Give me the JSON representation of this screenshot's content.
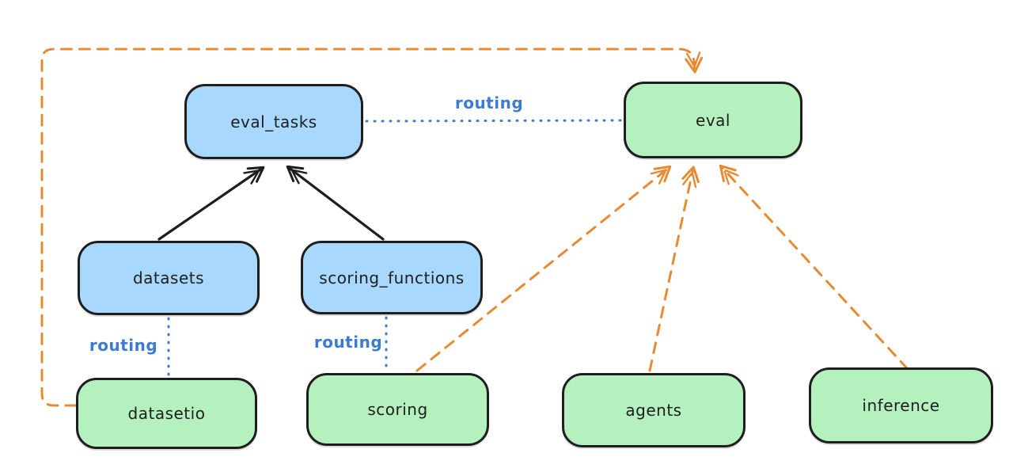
{
  "diagram": {
    "background": "#ffffff",
    "style": "hand-drawn"
  },
  "colors": {
    "blue-fill": "#a8d8fe",
    "green-fill": "#b5f1bf",
    "stroke": "#1e1e1e",
    "orange": "#e78b33",
    "blue-line": "#3b7cd1"
  },
  "nodes": [
    {
      "id": "eval_tasks",
      "label": "eval_tasks",
      "type": "blue"
    },
    {
      "id": "eval",
      "label": "eval",
      "type": "green"
    },
    {
      "id": "datasets",
      "label": "datasets",
      "type": "blue"
    },
    {
      "id": "scoring_functions",
      "label": "scoring_functions",
      "type": "blue"
    },
    {
      "id": "datasetio",
      "label": "datasetio",
      "type": "green"
    },
    {
      "id": "scoring",
      "label": "scoring",
      "type": "green"
    },
    {
      "id": "agents",
      "label": "agents",
      "type": "green"
    },
    {
      "id": "inference",
      "label": "inference",
      "type": "green"
    }
  ],
  "edges": [
    {
      "from": "eval_tasks",
      "to": "eval",
      "style": "dotted",
      "color": "blue",
      "label": "routing",
      "arrow": "none"
    },
    {
      "from": "datasets",
      "to": "eval_tasks",
      "style": "solid",
      "color": "black",
      "arrow": "end"
    },
    {
      "from": "scoring_functions",
      "to": "eval_tasks",
      "style": "solid",
      "color": "black",
      "arrow": "end"
    },
    {
      "from": "datasets",
      "to": "datasetio",
      "style": "dotted",
      "color": "blue",
      "label": "routing",
      "arrow": "none"
    },
    {
      "from": "scoring_functions",
      "to": "scoring",
      "style": "dotted",
      "color": "blue",
      "label": "routing",
      "arrow": "none"
    },
    {
      "from": "datasetio",
      "to": "eval",
      "style": "dashed",
      "color": "orange",
      "arrow": "end",
      "path": "orthogonal-left-top"
    },
    {
      "from": "scoring",
      "to": "eval",
      "style": "dashed",
      "color": "orange",
      "arrow": "end"
    },
    {
      "from": "agents",
      "to": "eval",
      "style": "dashed",
      "color": "orange",
      "arrow": "end"
    },
    {
      "from": "inference",
      "to": "eval",
      "style": "dashed",
      "color": "orange",
      "arrow": "end"
    }
  ]
}
